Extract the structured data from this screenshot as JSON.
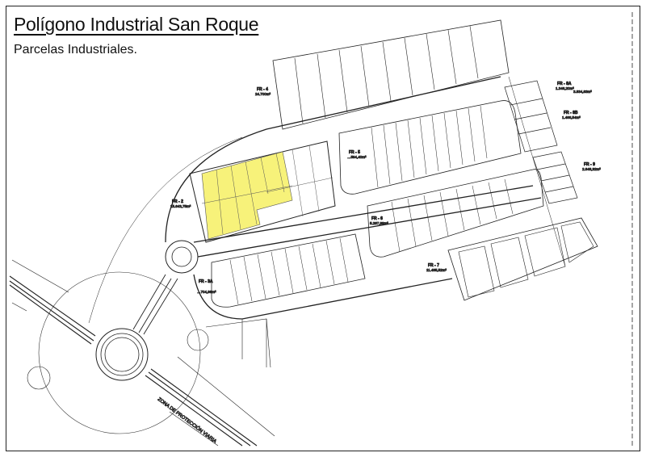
{
  "header": {
    "title": "Polígono Industrial San Roque",
    "subtitle": "Parcelas Industriales."
  },
  "colors": {
    "highlight": "#f7f27a",
    "line": "#222222",
    "background": "#ffffff"
  },
  "zones": [
    {
      "id": "fr2",
      "label": "FR - 2",
      "area": "15.643,75m²"
    },
    {
      "id": "fr3a",
      "label": "FR - 3A",
      "area": "…704,96m²"
    },
    {
      "id": "fr4",
      "label": "FR - 4",
      "area": "24.700m²"
    },
    {
      "id": "fr5",
      "label": "FR - 5",
      "area": "…594,40m²"
    },
    {
      "id": "fr6",
      "label": "FR - 6",
      "area": "5.267,99m²"
    },
    {
      "id": "fr7",
      "label": "FR - 7",
      "area": "11.485,52m²"
    },
    {
      "id": "fr8a",
      "label": "FR - 8A",
      "area": "1.346,20m²"
    },
    {
      "id": "fr8a_total",
      "label": "",
      "area": "3.834,63m²"
    },
    {
      "id": "fr8b",
      "label": "FR - 8B",
      "area": "1.466,54m²"
    },
    {
      "id": "fr9",
      "label": "FR - 9",
      "area": "2.848,32m²"
    }
  ],
  "annotations": {
    "road_zone": "ZONA DE PROTECCIÓN VIARIA"
  },
  "highlighted_parcels": "Yellow-highlighted plots in zone FR-2 (upper-left block)"
}
